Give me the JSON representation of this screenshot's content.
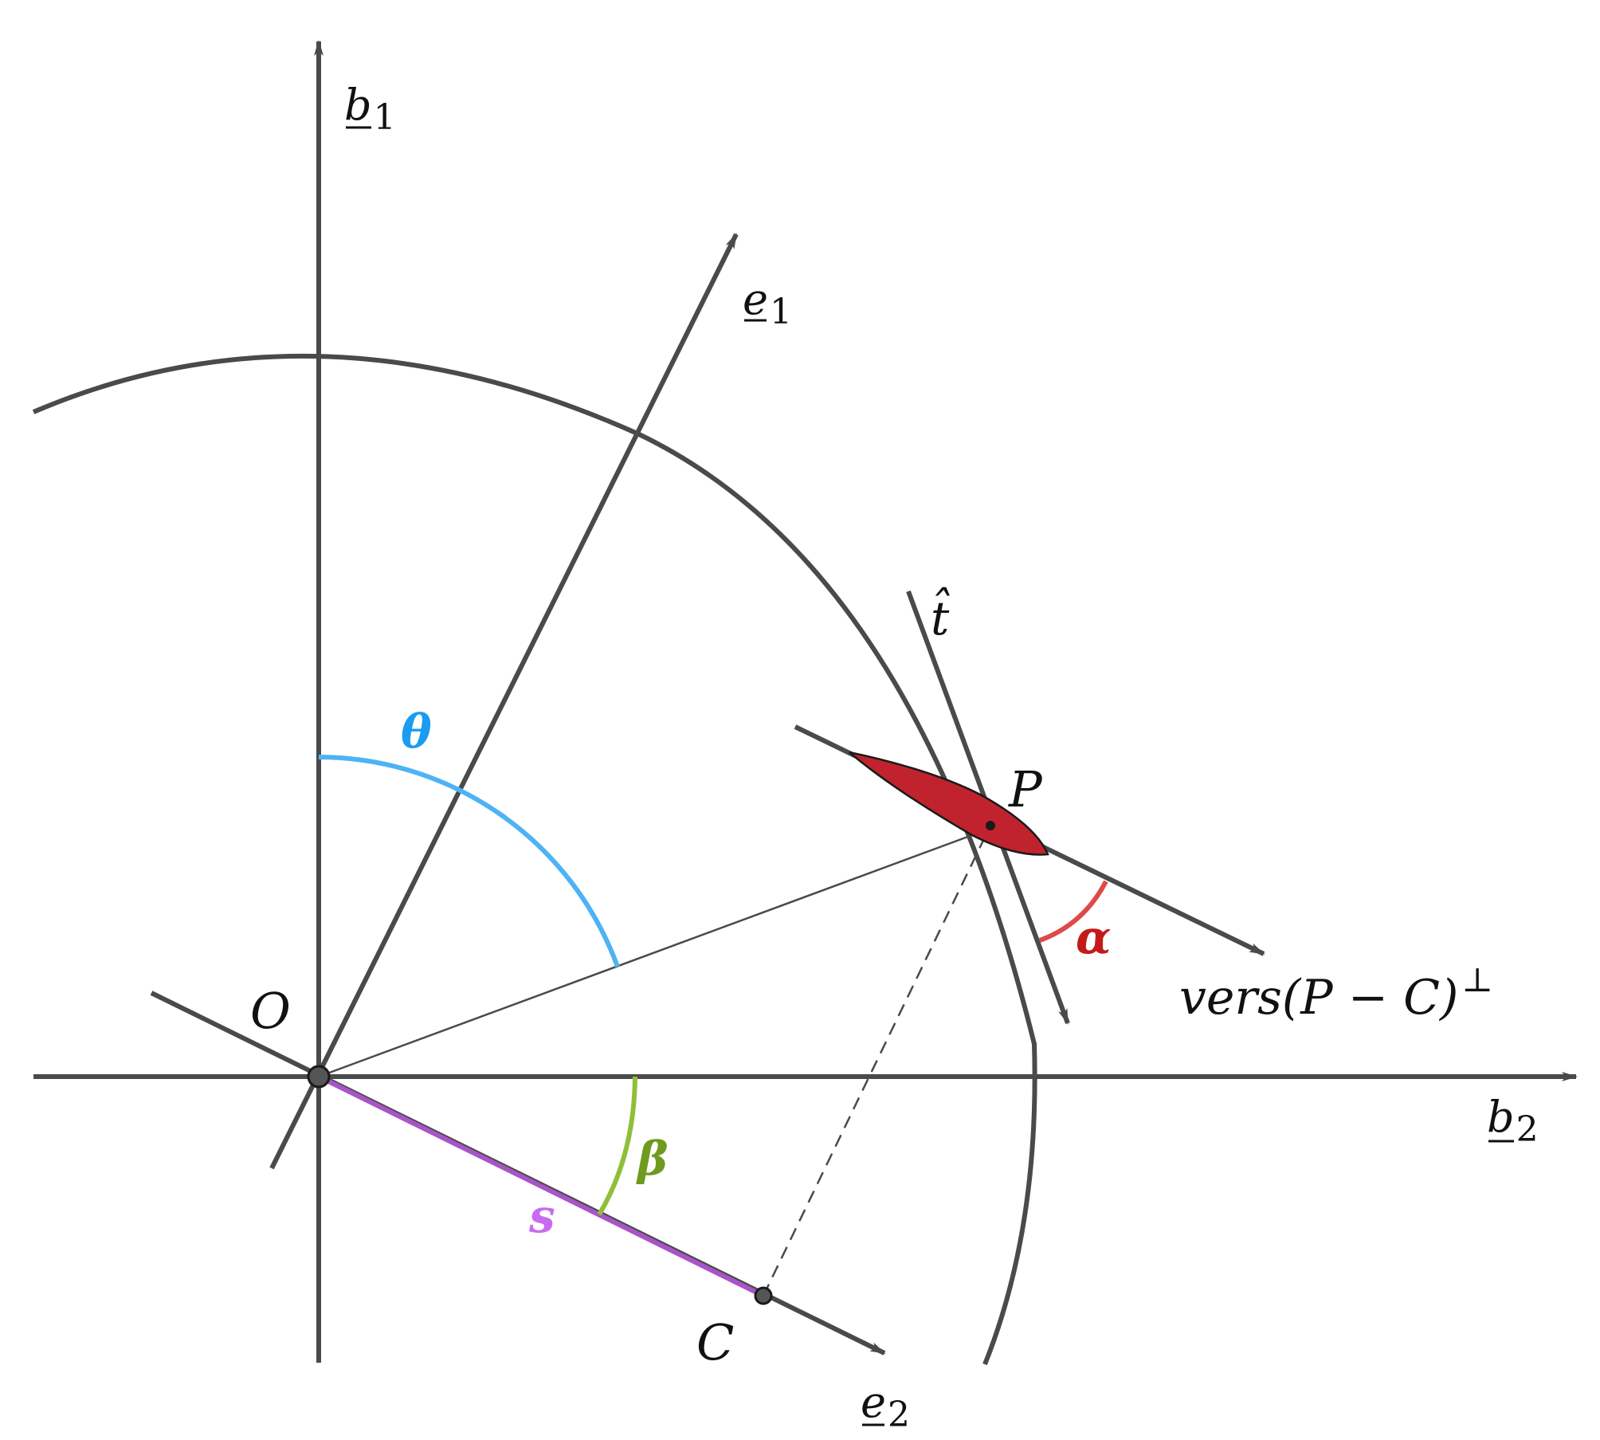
{
  "labels": {
    "b1": "b",
    "b1_sub": "1",
    "b2": "b",
    "b2_sub": "2",
    "e1": "e",
    "e1_sub": "1",
    "e2": "e",
    "e2_sub": "2",
    "O": "O",
    "C": "C",
    "P": "P",
    "t_hat": "t̂",
    "vers": "vers(P − C)",
    "vers_sup": "⊥",
    "theta": "θ",
    "alpha": "α",
    "beta": "β",
    "s": "s"
  },
  "colors": {
    "axis": "#4a4a4a",
    "theta": "#4db3f5",
    "theta_label": "#1a9cf0",
    "alpha": "#dd4a4a",
    "alpha_label": "#c41a1a",
    "beta": "#8fbf3a",
    "beta_label": "#6e9a1e",
    "s_segment": "#a855c8",
    "s_label": "#c86bf0",
    "blade_fill": "#c0232e",
    "blade_stroke": "#1a1a1a"
  }
}
